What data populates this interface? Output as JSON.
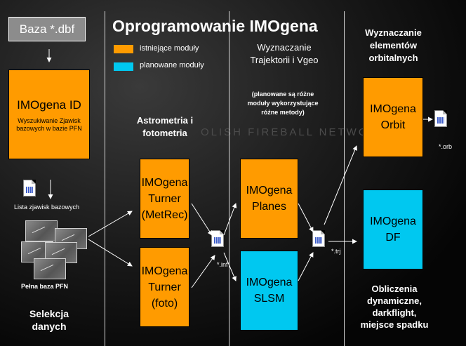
{
  "title": "Oprogramowanie IMOgena",
  "source_box": "Baza *.dbf",
  "watermark": "OLISH FIREBALL NETWORK",
  "legend": [
    {
      "label": "istniejące moduły",
      "color": "#ff9b00"
    },
    {
      "label": "planowane moduły",
      "color": "#00c8f0"
    }
  ],
  "columns": {
    "astrometry": "Astrometria i fotometria",
    "trajectory": "Wyznaczanie Trajektorii i Vgeo",
    "trajectory_note": "(planowane są różne moduły wykorzystujące różne metody)",
    "orbital": "Wyznaczanie elementów orbitalnych",
    "dynamics": "Obliczenia dynamiczne, darkflight, miejsce spadku",
    "selection": "Selekcja danych"
  },
  "modules": {
    "id": {
      "title": "IMOgena ID",
      "desc": "Wyszukiwanie Zjawisk bazowych w bazie PFN"
    },
    "turner_metrec": "IMOgena Turner (MetRec)",
    "turner_foto": "IMOgena Turner (foto)",
    "planes": "IMOgena Planes",
    "slsm": "IMOgena SLSM",
    "orbit": "IMOgena Orbit",
    "df": "IMOgena DF"
  },
  "files": {
    "list": "Lista zjawisk bazowych",
    "database": "Pełna baza PFN",
    "inf": "*.inf",
    "trj": "*.trj",
    "orb": "*.orb"
  },
  "colors": {
    "existing": "#ff9b00",
    "planned": "#00c8f0",
    "source": "#8c8c8c"
  },
  "icons": [
    "document-icon",
    "photo-stack-icon",
    "arrow-icon"
  ]
}
